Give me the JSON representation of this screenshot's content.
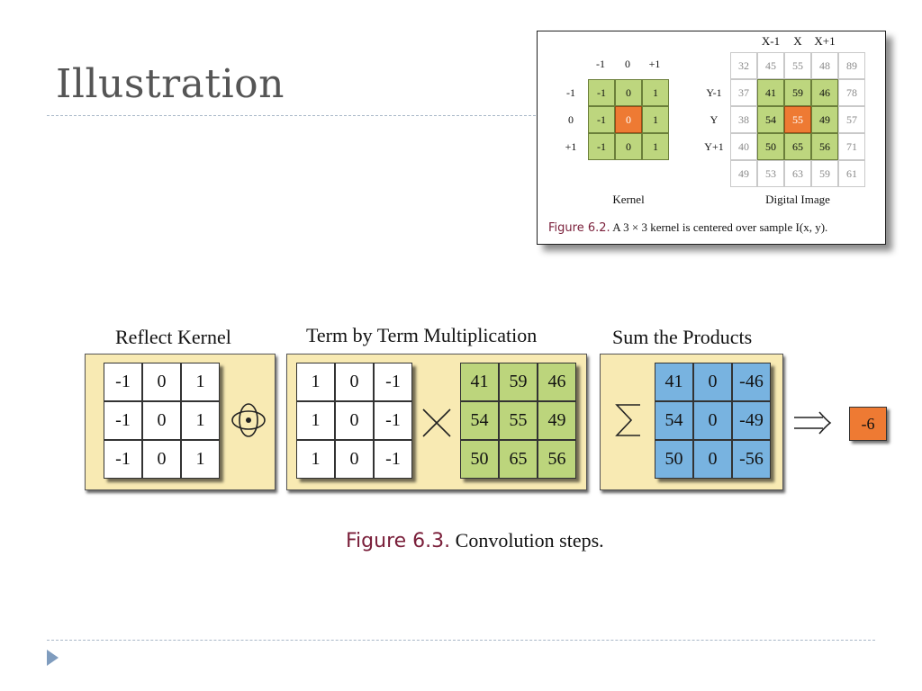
{
  "slide": {
    "title": "Illustration"
  },
  "fig62": {
    "col_headers": [
      "-1",
      "0",
      "+1"
    ],
    "row_headers": [
      "-1",
      "0",
      "+1"
    ],
    "kernel": [
      [
        "-1",
        "0",
        "1"
      ],
      [
        "-1",
        "0",
        "1"
      ],
      [
        "-1",
        "0",
        "1"
      ]
    ],
    "image_col_headers": [
      "X-1",
      "X",
      "X+1"
    ],
    "image_row_headers": [
      "Y-1",
      "Y",
      "Y+1"
    ],
    "image": [
      [
        "32",
        "45",
        "55",
        "48",
        "89"
      ],
      [
        "37",
        "41",
        "59",
        "46",
        "78"
      ],
      [
        "38",
        "54",
        "55",
        "49",
        "57"
      ],
      [
        "40",
        "50",
        "65",
        "56",
        "71"
      ],
      [
        "49",
        "53",
        "63",
        "59",
        "61"
      ]
    ],
    "kernel_title": "Kernel",
    "image_title": "Digital Image",
    "caption_label": "Figure 6.2.",
    "caption_text": "A 3 × 3 kernel is centered over sample I(x, y)."
  },
  "fig63": {
    "reflect_heading": "Reflect Kernel",
    "multiply_heading": "Term by Term Multiplication",
    "sum_heading": "Sum the Products",
    "reflected_kernel": [
      [
        "-1",
        "0",
        "1"
      ],
      [
        "-1",
        "0",
        "1"
      ],
      [
        "-1",
        "0",
        "1"
      ]
    ],
    "multiply_kernel": [
      [
        "1",
        "0",
        "-1"
      ],
      [
        "1",
        "0",
        "-1"
      ],
      [
        "1",
        "0",
        "-1"
      ]
    ],
    "neighborhood": [
      [
        "41",
        "59",
        "46"
      ],
      [
        "54",
        "55",
        "49"
      ],
      [
        "50",
        "65",
        "56"
      ]
    ],
    "products": [
      [
        "41",
        "0",
        "-46"
      ],
      [
        "54",
        "0",
        "-49"
      ],
      [
        "50",
        "0",
        "-56"
      ]
    ],
    "times_symbol": "×",
    "sigma_symbol": "∑",
    "implies_symbol": "⟹",
    "result": "-6",
    "caption_label": "Figure 6.3.",
    "caption_text": "Convolution steps."
  },
  "colors": {
    "kernel_green": "#bdd67e",
    "center_orange": "#ee7a33",
    "product_blue": "#78b3e0",
    "panel_yellow": "#f8eab3",
    "caption_maroon": "#7a1f3a"
  },
  "icons": [
    "reflect-icon",
    "times-icon",
    "sigma-icon",
    "implies-arrow-icon",
    "nav-arrow-icon"
  ]
}
